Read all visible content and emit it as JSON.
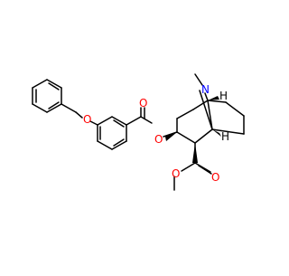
{
  "molecule": {
    "atom_labels": {
      "ether_oxygen": "O",
      "carbonyl_oxygen_benzoate": "O",
      "ester_oxygen_benzoate": "O",
      "amine_nitrogen": "N",
      "carbonyl_oxygen_methyl_ester": "O",
      "ester_oxygen_methyl": "O",
      "stereo_h_upper": "H",
      "stereo_h_lower": "H"
    },
    "colors": {
      "bond": "#000000",
      "oxygen": "#ff0000",
      "nitrogen": "#0000ff",
      "carbon_hydrogen": "#000000"
    }
  }
}
